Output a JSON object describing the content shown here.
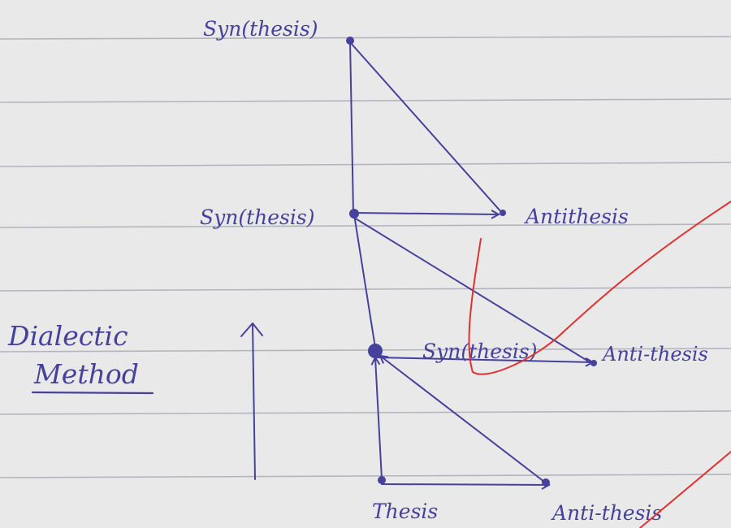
{
  "title": {
    "line1": "Dialectic",
    "line2": "Method"
  },
  "nodes": {
    "top_synthesis": "Syn(thesis)",
    "mid_synthesis": "Syn(thesis)",
    "lower_synthesis": "Syn(thesis)",
    "thesis": "Thesis",
    "antithesis_upper": "Antithesis",
    "antithesis_middle": "Anti-thesis",
    "antithesis_bottom": "Anti-thesis"
  },
  "colors": {
    "paper": "#e9e9ea",
    "ink": "#46419a",
    "rule_lines": "#a9acb6",
    "correction_marks": "#e0322f"
  }
}
